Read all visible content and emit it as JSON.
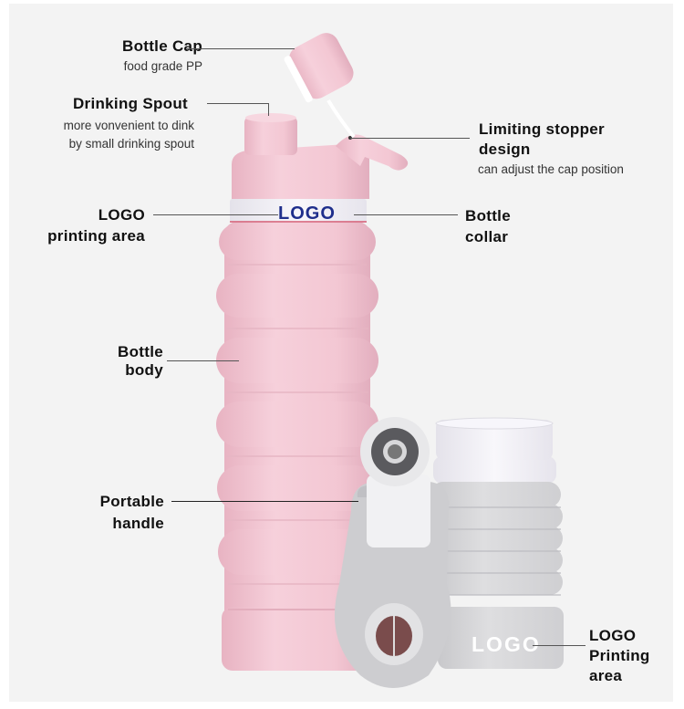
{
  "colors": {
    "background": "#f3f3f3",
    "bottle_pink": "#f2c6d2",
    "bottle_gray": "#d6d6d8",
    "collar_white": "#f4f2f8",
    "logo_blue": "#1f2f8c",
    "label_text": "#111111"
  },
  "callouts": {
    "bottle_cap": {
      "title": "Bottle Cap",
      "desc": "food grade PP"
    },
    "drinking_spout": {
      "title": "Drinking Spout",
      "desc_line1": "more vonvenient to dink",
      "desc_line2": "by small drinking spout"
    },
    "limiting_stopper": {
      "title_line1": "Limiting stopper",
      "title_line2": "design",
      "desc": "can adjust the cap position"
    },
    "logo_area_left": {
      "title_line1": "LOGO",
      "title_line2": "printing area"
    },
    "bottle_collar": {
      "title_line1": "Bottle",
      "title_line2": "collar"
    },
    "bottle_body": {
      "title_line1": "Bottle",
      "title_line2": "body"
    },
    "portable_handle": {
      "title_line1": "Portable",
      "title_line2": "handle"
    },
    "logo_area_right": {
      "title_line1": "LOGO",
      "title_line2": "Printing",
      "title_line3": "area"
    }
  },
  "product": {
    "collar_logo": "LOGO",
    "gray_bottle_logo": "LOGO"
  }
}
